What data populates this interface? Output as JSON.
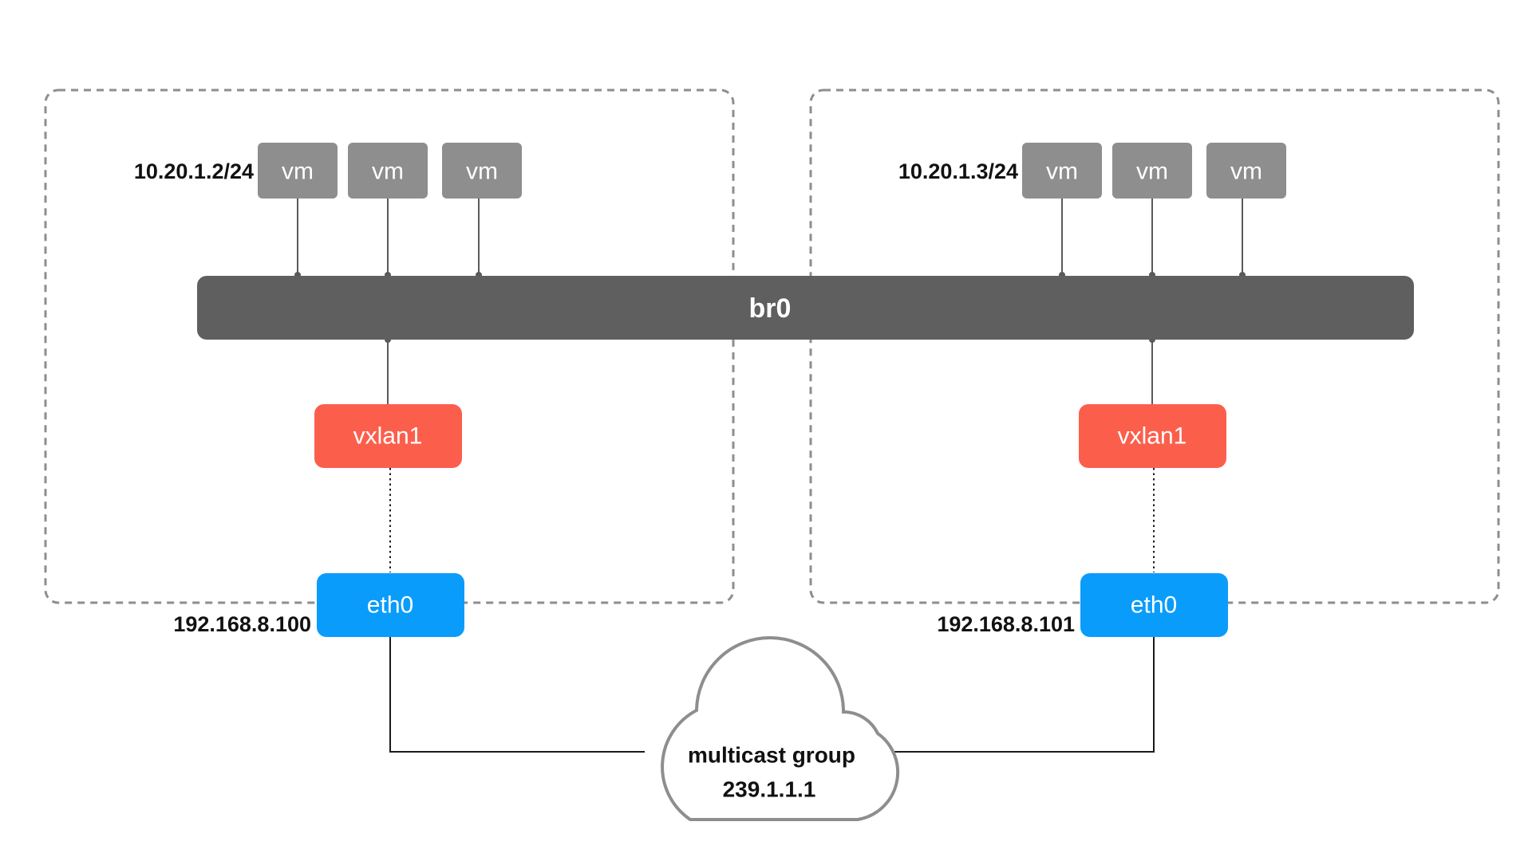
{
  "hosts": [
    {
      "vm_ip": "10.20.1.2/24",
      "vms": [
        "vm",
        "vm",
        "vm"
      ],
      "vxlan_label": "vxlan1",
      "eth_label": "eth0",
      "eth_ip": "192.168.8.100"
    },
    {
      "vm_ip": "10.20.1.3/24",
      "vms": [
        "vm",
        "vm",
        "vm"
      ],
      "vxlan_label": "vxlan1",
      "eth_label": "eth0",
      "eth_ip": "192.168.8.101"
    }
  ],
  "bridge": {
    "label": "br0"
  },
  "multicast": {
    "line1": "multicast group",
    "line2": "239.1.1.1"
  },
  "colors": {
    "vm": "#8e8e8e",
    "bridge": "#5f5f5f",
    "vxlan": "#fb5f4c",
    "eth": "#0a9cfb",
    "host_border": "#8e8e8e",
    "cloud_border": "#8e8e8e"
  }
}
